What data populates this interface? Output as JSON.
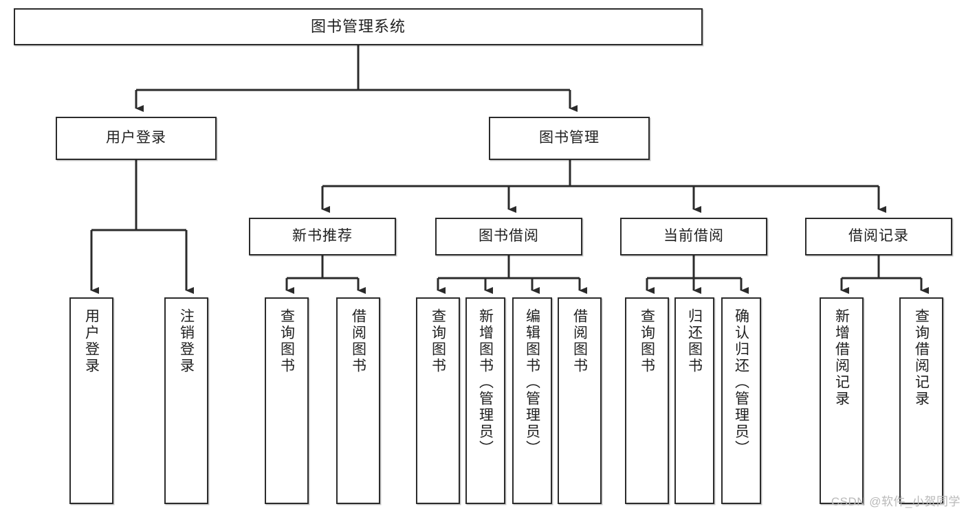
{
  "diagram": {
    "title": "图书管理系统",
    "type": "tree-hierarchy-chart",
    "root": {
      "label": "图书管理系统"
    },
    "level1": [
      {
        "label": "用户登录"
      },
      {
        "label": "图书管理"
      }
    ],
    "level2": [
      {
        "label": "新书推荐"
      },
      {
        "label": "图书借阅"
      },
      {
        "label": "当前借阅"
      },
      {
        "label": "借阅记录"
      }
    ],
    "leaves": {
      "user_login": [
        {
          "label": "用户登录"
        },
        {
          "label": "注销登录"
        }
      ],
      "new_book_recommend": [
        {
          "label": "查询图书"
        },
        {
          "label": "借阅图书"
        }
      ],
      "book_borrow": [
        {
          "label": "查询图书"
        },
        {
          "label": "新增图书（管理员）"
        },
        {
          "label": "编辑图书（管理员）"
        },
        {
          "label": "借阅图书"
        }
      ],
      "current_borrow": [
        {
          "label": "查询图书"
        },
        {
          "label": "归还图书"
        },
        {
          "label": "确认归还（管理员）"
        }
      ],
      "borrow_record": [
        {
          "label": "新增借阅记录"
        },
        {
          "label": "查询借阅记录"
        }
      ]
    }
  },
  "watermark": {
    "text": "CSDN @软件_小贺同学"
  },
  "colors": {
    "stroke": "#2b2b2b",
    "fill": "#ffffff",
    "text": "#202020",
    "watermark": "#b9b9b9"
  }
}
